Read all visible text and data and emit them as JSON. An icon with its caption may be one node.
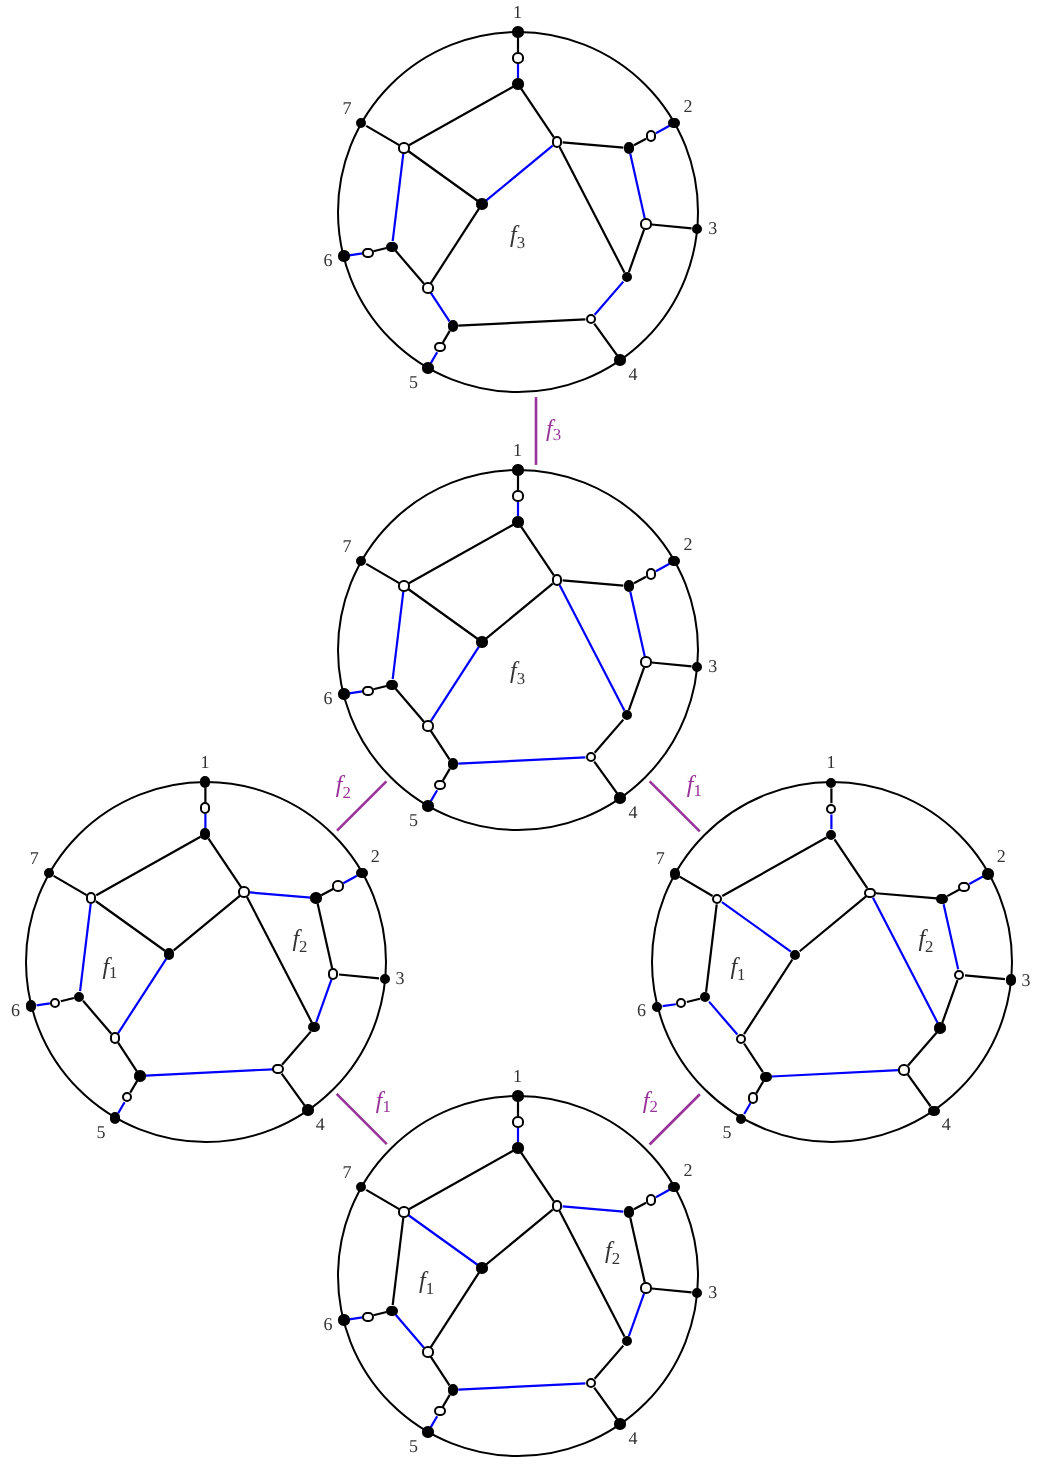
{
  "diagram": {
    "nodes": [
      {
        "text": [
          "*f*$_{3}$"
        ]
      },
      {
        "text": [],
        "shape": "circle",
        "beside": [
          "1"
        ]
      },
      {
        "text": [],
        "shape": "circle",
        "beside": [
          "2"
        ]
      },
      {
        "text": [],
        "shape": "circle",
        "beside": [
          "3"
        ]
      },
      {
        "text": [],
        "shape": "circle",
        "beside": [
          "4"
        ]
      },
      {
        "text": [],
        "shape": "circle",
        "beside": [
          "5"
        ]
      },
      {
        "text": [],
        "shape": "circle",
        "beside": [
          "6"
        ]
      },
      {
        "text": [],
        "shape": "circle",
        "beside": [
          "7"
        ]
      },
      {
        "text": [],
        "shape": "circle",
        "in": 0
      },
      {
        "text": [],
        "shape": "circle",
        "in": 0
      },
      {
        "text": [],
        "shape": "circle",
        "in": 0
      },
      {
        "text": [],
        "shape": "circle",
        "in": 0
      },
      {
        "text": [],
        "shape": "circle",
        "in": 0
      },
      {
        "text": [],
        "shape": "circle",
        "in": 0
      },
      {
        "text": [],
        "shape": "circle",
        "in": 0
      },
      {
        "text": [],
        "shape": "circle",
        "in": 0
      },
      {
        "text": [],
        "shape": "circle",
        "in": 0
      },
      {
        "text": [],
        "shape": "circle",
        "in": 0
      },
      {
        "text": [],
        "shape": "circle",
        "in": 0
      },
      {
        "text": [],
        "shape": "circle",
        "in": 0
      },
      {
        "text": [],
        "shape": "circle",
        "in": 0
      },
      {
        "text": [],
        "shape": "circle",
        "in": 0
      },
      {
        "text": [],
        "shape": "circle",
        "in": 0
      },
      {
        "text": [
          "*f*$_{3}$"
        ]
      },
      {
        "text": [],
        "shape": "circle",
        "beside": [
          "1"
        ]
      },
      {
        "text": [],
        "shape": "circle",
        "beside": [
          "2"
        ]
      },
      {
        "text": [],
        "shape": "circle",
        "beside": [
          "3"
        ]
      },
      {
        "text": [],
        "shape": "circle",
        "beside": [
          "4"
        ]
      },
      {
        "text": [],
        "shape": "circle",
        "beside": [
          "5"
        ]
      },
      {
        "text": [],
        "shape": "circle",
        "beside": [
          "6"
        ]
      },
      {
        "text": [],
        "shape": "circle",
        "beside": [
          "7"
        ]
      },
      {
        "text": [],
        "shape": "circle",
        "in": 23
      },
      {
        "text": [],
        "shape": "circle",
        "in": 23
      },
      {
        "text": [],
        "shape": "circle",
        "in": 23
      },
      {
        "text": [],
        "shape": "circle",
        "in": 23
      },
      {
        "text": [],
        "shape": "circle",
        "in": 23
      },
      {
        "text": [],
        "shape": "circle",
        "in": 23
      },
      {
        "text": [],
        "shape": "circle",
        "in": 23
      },
      {
        "text": [],
        "shape": "circle",
        "in": 23
      },
      {
        "text": [],
        "shape": "circle",
        "in": 23
      },
      {
        "text": [],
        "shape": "circle",
        "in": 23
      },
      {
        "text": [],
        "shape": "circle",
        "in": 23
      },
      {
        "text": [],
        "shape": "circle",
        "in": 23
      },
      {
        "text": [],
        "shape": "circle",
        "in": 23
      },
      {
        "text": [],
        "shape": "circle",
        "in": 23
      },
      {
        "text": [],
        "shape": "circle",
        "in": 23
      },
      {
        "text": [
          "*f*$_{1}$",
          "*f*$_{2}$"
        ]
      },
      {
        "text": [],
        "shape": "circle",
        "beside": [
          "1"
        ]
      },
      {
        "text": [],
        "shape": "circle",
        "beside": [
          "2"
        ]
      },
      {
        "text": [],
        "shape": "circle",
        "beside": [
          "3"
        ]
      },
      {
        "text": [],
        "shape": "circle",
        "beside": [
          "4"
        ]
      },
      {
        "text": [],
        "shape": "circle",
        "beside": [
          "5"
        ]
      },
      {
        "text": [],
        "shape": "circle",
        "beside": [
          "6"
        ]
      },
      {
        "text": [],
        "shape": "circle",
        "beside": [
          "7"
        ]
      },
      {
        "text": [],
        "shape": "circle",
        "in": 46
      },
      {
        "text": [],
        "shape": "circle",
        "in": 46
      },
      {
        "text": [],
        "shape": "circle",
        "in": 46
      },
      {
        "text": [],
        "shape": "circle",
        "in": 46
      },
      {
        "text": [],
        "shape": "circle",
        "in": 46
      },
      {
        "text": [],
        "shape": "circle",
        "in": 46
      },
      {
        "text": [],
        "shape": "circle",
        "in": 46
      },
      {
        "text": [],
        "shape": "circle",
        "in": 46
      },
      {
        "text": [],
        "shape": "circle",
        "in": 46
      },
      {
        "text": [],
        "shape": "circle",
        "in": 46
      },
      {
        "text": [],
        "shape": "circle",
        "in": 46
      },
      {
        "text": [],
        "shape": "circle",
        "in": 46
      },
      {
        "text": [],
        "shape": "circle",
        "in": 46
      },
      {
        "text": [],
        "shape": "circle",
        "in": 46
      },
      {
        "text": [],
        "shape": "circle",
        "in": 46
      },
      {
        "text": [
          "*f*$_{1}$",
          "*f*$_{2}$"
        ]
      },
      {
        "text": [],
        "shape": "circle",
        "beside": [
          "1"
        ]
      },
      {
        "text": [],
        "shape": "circle",
        "beside": [
          "2"
        ]
      },
      {
        "text": [],
        "shape": "circle",
        "beside": [
          "3"
        ]
      },
      {
        "text": [],
        "shape": "circle",
        "beside": [
          "4"
        ]
      },
      {
        "text": [],
        "shape": "circle",
        "beside": [
          "5"
        ]
      },
      {
        "text": [],
        "shape": "circle",
        "beside": [
          "6"
        ]
      },
      {
        "text": [],
        "shape": "circle",
        "beside": [
          "7"
        ]
      },
      {
        "text": [],
        "shape": "circle",
        "in": 69
      },
      {
        "text": [],
        "shape": "circle",
        "in": 69
      },
      {
        "text": [],
        "shape": "circle",
        "in": 69
      },
      {
        "text": [],
        "shape": "circle",
        "in": 69
      },
      {
        "text": [],
        "shape": "circle",
        "in": 69
      },
      {
        "text": [],
        "shape": "circle",
        "in": 69
      },
      {
        "text": [],
        "shape": "circle",
        "in": 69
      },
      {
        "text": [],
        "shape": "circle",
        "in": 69
      },
      {
        "text": [],
        "shape": "circle",
        "in": 69
      },
      {
        "text": [],
        "shape": "circle",
        "in": 69
      },
      {
        "text": [],
        "shape": "circle",
        "in": 69
      },
      {
        "text": [],
        "shape": "circle",
        "in": 69
      },
      {
        "text": [],
        "shape": "circle",
        "in": 69
      },
      {
        "text": [],
        "shape": "circle",
        "in": 69
      },
      {
        "text": [],
        "shape": "circle",
        "in": 69
      },
      {
        "text": [
          "*f*$_{1}$",
          "*f*$_{2}$"
        ]
      },
      {
        "text": [],
        "shape": "circle",
        "beside": [
          "1"
        ]
      },
      {
        "text": [],
        "shape": "circle",
        "beside": [
          "2"
        ]
      },
      {
        "text": [],
        "shape": "circle",
        "beside": [
          "3"
        ]
      },
      {
        "text": [],
        "shape": "circle",
        "beside": [
          "4"
        ]
      },
      {
        "text": [],
        "shape": "circle",
        "beside": [
          "5"
        ]
      },
      {
        "text": [],
        "shape": "circle",
        "beside": [
          "6"
        ]
      },
      {
        "text": [],
        "shape": "circle",
        "beside": [
          "7"
        ]
      },
      {
        "text": [],
        "shape": "circle",
        "in": 92
      },
      {
        "text": [],
        "shape": "circle",
        "in": 92
      },
      {
        "text": [],
        "shape": "circle",
        "in": 92
      },
      {
        "text": [],
        "shape": "circle",
        "in": 92
      },
      {
        "text": [],
        "shape": "circle",
        "in": 92
      },
      {
        "text": [],
        "shape": "circle",
        "in": 92
      },
      {
        "text": [],
        "shape": "circle",
        "in": 92
      },
      {
        "text": [],
        "shape": "circle",
        "in": 92
      },
      {
        "text": [],
        "shape": "circle",
        "in": 92
      },
      {
        "text": [],
        "shape": "circle",
        "in": 92
      },
      {
        "text": [],
        "shape": "circle",
        "in": 92
      },
      {
        "text": [],
        "shape": "circle",
        "in": 92
      },
      {
        "text": [],
        "shape": "circle",
        "in": 92
      },
      {
        "text": [],
        "shape": "circle",
        "in": 92
      },
      {
        "text": [],
        "shape": "circle",
        "in": 92
      }
    ],
    "edges": [
      {
        "from": 1,
        "to": 8,
        "arrow": "none"
      },
      {
        "from": 8,
        "to": 9,
        "arrow": "none",
        "color": "#0000ff"
      },
      {
        "from": 9,
        "to": 10,
        "arrow": "none"
      },
      {
        "from": 9,
        "to": 11,
        "arrow": "none"
      },
      {
        "from": 10,
        "to": 7,
        "arrow": "none"
      },
      {
        "from": 10,
        "to": 12,
        "arrow": "none"
      },
      {
        "from": 10,
        "to": 21,
        "arrow": "none",
        "color": "#0000ff"
      },
      {
        "from": 11,
        "to": 12,
        "arrow": "none",
        "color": "#0000ff"
      },
      {
        "from": 11,
        "to": 13,
        "arrow": "none"
      },
      {
        "from": 11,
        "to": 16,
        "arrow": "none"
      },
      {
        "from": 13,
        "to": 14,
        "arrow": "none"
      },
      {
        "from": 14,
        "to": 2,
        "arrow": "none",
        "color": "#0000ff"
      },
      {
        "from": 13,
        "to": 15,
        "arrow": "none",
        "color": "#0000ff"
      },
      {
        "from": 15,
        "to": 3,
        "arrow": "none"
      },
      {
        "from": 15,
        "to": 16,
        "arrow": "none"
      },
      {
        "from": 16,
        "to": 17,
        "arrow": "none",
        "color": "#0000ff"
      },
      {
        "from": 17,
        "to": 4,
        "arrow": "none"
      },
      {
        "from": 17,
        "to": 18,
        "arrow": "none"
      },
      {
        "from": 18,
        "to": 19,
        "arrow": "none"
      },
      {
        "from": 19,
        "to": 5,
        "arrow": "none",
        "color": "#0000ff"
      },
      {
        "from": 18,
        "to": 20,
        "arrow": "none",
        "color": "#0000ff"
      },
      {
        "from": 20,
        "to": 12,
        "arrow": "none"
      },
      {
        "from": 20,
        "to": 21,
        "arrow": "none"
      },
      {
        "from": 21,
        "to": 22,
        "arrow": "none"
      },
      {
        "from": 22,
        "to": 6,
        "arrow": "none",
        "color": "#0000ff"
      },
      {
        "from": 24,
        "to": 31,
        "arrow": "none"
      },
      {
        "from": 31,
        "to": 32,
        "arrow": "none",
        "color": "#0000ff"
      },
      {
        "from": 32,
        "to": 33,
        "arrow": "none"
      },
      {
        "from": 32,
        "to": 34,
        "arrow": "none"
      },
      {
        "from": 33,
        "to": 30,
        "arrow": "none"
      },
      {
        "from": 33,
        "to": 35,
        "arrow": "none"
      },
      {
        "from": 33,
        "to": 44,
        "arrow": "none",
        "color": "#0000ff"
      },
      {
        "from": 34,
        "to": 35,
        "arrow": "none"
      },
      {
        "from": 34,
        "to": 36,
        "arrow": "none"
      },
      {
        "from": 34,
        "to": 39,
        "arrow": "none",
        "color": "#0000ff"
      },
      {
        "from": 36,
        "to": 37,
        "arrow": "none"
      },
      {
        "from": 37,
        "to": 25,
        "arrow": "none",
        "color": "#0000ff"
      },
      {
        "from": 36,
        "to": 38,
        "arrow": "none",
        "color": "#0000ff"
      },
      {
        "from": 38,
        "to": 26,
        "arrow": "none"
      },
      {
        "from": 38,
        "to": 39,
        "arrow": "none"
      },
      {
        "from": 39,
        "to": 40,
        "arrow": "none"
      },
      {
        "from": 40,
        "to": 27,
        "arrow": "none"
      },
      {
        "from": 40,
        "to": 41,
        "arrow": "none",
        "color": "#0000ff"
      },
      {
        "from": 41,
        "to": 42,
        "arrow": "none"
      },
      {
        "from": 42,
        "to": 28,
        "arrow": "none",
        "color": "#0000ff"
      },
      {
        "from": 41,
        "to": 43,
        "arrow": "none"
      },
      {
        "from": 43,
        "to": 35,
        "arrow": "none",
        "color": "#0000ff"
      },
      {
        "from": 43,
        "to": 44,
        "arrow": "none"
      },
      {
        "from": 44,
        "to": 45,
        "arrow": "none"
      },
      {
        "from": 45,
        "to": 29,
        "arrow": "none",
        "color": "#0000ff"
      },
      {
        "from": 47,
        "to": 54,
        "arrow": "none"
      },
      {
        "from": 54,
        "to": 55,
        "arrow": "none",
        "color": "#0000ff"
      },
      {
        "from": 55,
        "to": 56,
        "arrow": "none"
      },
      {
        "from": 55,
        "to": 57,
        "arrow": "none"
      },
      {
        "from": 56,
        "to": 53,
        "arrow": "none"
      },
      {
        "from": 56,
        "to": 58,
        "arrow": "none"
      },
      {
        "from": 56,
        "to": 67,
        "arrow": "none",
        "color": "#0000ff"
      },
      {
        "from": 57,
        "to": 58,
        "arrow": "none"
      },
      {
        "from": 57,
        "to": 59,
        "arrow": "none",
        "color": "#0000ff"
      },
      {
        "from": 57,
        "to": 62,
        "arrow": "none"
      },
      {
        "from": 59,
        "to": 60,
        "arrow": "none"
      },
      {
        "from": 60,
        "to": 48,
        "arrow": "none",
        "color": "#0000ff"
      },
      {
        "from": 59,
        "to": 61,
        "arrow": "none"
      },
      {
        "from": 61,
        "to": 49,
        "arrow": "none"
      },
      {
        "from": 61,
        "to": 62,
        "arrow": "none",
        "color": "#0000ff"
      },
      {
        "from": 62,
        "to": 63,
        "arrow": "none"
      },
      {
        "from": 63,
        "to": 50,
        "arrow": "none"
      },
      {
        "from": 63,
        "to": 64,
        "arrow": "none",
        "color": "#0000ff"
      },
      {
        "from": 64,
        "to": 65,
        "arrow": "none"
      },
      {
        "from": 65,
        "to": 51,
        "arrow": "none",
        "color": "#0000ff"
      },
      {
        "from": 64,
        "to": 66,
        "arrow": "none"
      },
      {
        "from": 66,
        "to": 58,
        "arrow": "none",
        "color": "#0000ff"
      },
      {
        "from": 66,
        "to": 67,
        "arrow": "none"
      },
      {
        "from": 67,
        "to": 68,
        "arrow": "none"
      },
      {
        "from": 68,
        "to": 52,
        "arrow": "none",
        "color": "#0000ff"
      },
      {
        "from": 70,
        "to": 77,
        "arrow": "none"
      },
      {
        "from": 77,
        "to": 78,
        "arrow": "none",
        "color": "#0000ff"
      },
      {
        "from": 78,
        "to": 79,
        "arrow": "none"
      },
      {
        "from": 78,
        "to": 80,
        "arrow": "none"
      },
      {
        "from": 79,
        "to": 76,
        "arrow": "none"
      },
      {
        "from": 79,
        "to": 81,
        "arrow": "none",
        "color": "#0000ff"
      },
      {
        "from": 79,
        "to": 90,
        "arrow": "none"
      },
      {
        "from": 80,
        "to": 81,
        "arrow": "none"
      },
      {
        "from": 80,
        "to": 82,
        "arrow": "none"
      },
      {
        "from": 80,
        "to": 85,
        "arrow": "none",
        "color": "#0000ff"
      },
      {
        "from": 82,
        "to": 83,
        "arrow": "none"
      },
      {
        "from": 83,
        "to": 71,
        "arrow": "none",
        "color": "#0000ff"
      },
      {
        "from": 82,
        "to": 84,
        "arrow": "none",
        "color": "#0000ff"
      },
      {
        "from": 84,
        "to": 72,
        "arrow": "none"
      },
      {
        "from": 84,
        "to": 85,
        "arrow": "none"
      },
      {
        "from": 85,
        "to": 86,
        "arrow": "none"
      },
      {
        "from": 86,
        "to": 73,
        "arrow": "none"
      },
      {
        "from": 86,
        "to": 87,
        "arrow": "none",
        "color": "#0000ff"
      },
      {
        "from": 87,
        "to": 88,
        "arrow": "none"
      },
      {
        "from": 88,
        "to": 74,
        "arrow": "none",
        "color": "#0000ff"
      },
      {
        "from": 87,
        "to": 89,
        "arrow": "none"
      },
      {
        "from": 89,
        "to": 81,
        "arrow": "none"
      },
      {
        "from": 89,
        "to": 90,
        "arrow": "none",
        "color": "#0000ff"
      },
      {
        "from": 90,
        "to": 91,
        "arrow": "none"
      },
      {
        "from": 91,
        "to": 75,
        "arrow": "none",
        "color": "#0000ff"
      },
      {
        "from": 93,
        "to": 100,
        "arrow": "none"
      },
      {
        "from": 100,
        "to": 101,
        "arrow": "none",
        "color": "#0000ff"
      },
      {
        "from": 101,
        "to": 102,
        "arrow": "none"
      },
      {
        "from": 101,
        "to": 103,
        "arrow": "none"
      },
      {
        "from": 102,
        "to": 99,
        "arrow": "none"
      },
      {
        "from": 102,
        "to": 104,
        "arrow": "none",
        "color": "#0000ff"
      },
      {
        "from": 102,
        "to": 113,
        "arrow": "none"
      },
      {
        "from": 103,
        "to": 104,
        "arrow": "none"
      },
      {
        "from": 103,
        "to": 105,
        "arrow": "none",
        "color": "#0000ff"
      },
      {
        "from": 103,
        "to": 108,
        "arrow": "none"
      },
      {
        "from": 105,
        "to": 106,
        "arrow": "none"
      },
      {
        "from": 106,
        "to": 94,
        "arrow": "none",
        "color": "#0000ff"
      },
      {
        "from": 105,
        "to": 107,
        "arrow": "none"
      },
      {
        "from": 107,
        "to": 95,
        "arrow": "none"
      },
      {
        "from": 107,
        "to": 108,
        "arrow": "none",
        "color": "#0000ff"
      },
      {
        "from": 108,
        "to": 109,
        "arrow": "none"
      },
      {
        "from": 109,
        "to": 96,
        "arrow": "none"
      },
      {
        "from": 109,
        "to": 110,
        "arrow": "none",
        "color": "#0000ff"
      },
      {
        "from": 110,
        "to": 111,
        "arrow": "none"
      },
      {
        "from": 111,
        "to": 97,
        "arrow": "none",
        "color": "#0000ff"
      },
      {
        "from": 110,
        "to": 112,
        "arrow": "none"
      },
      {
        "from": 112,
        "to": 104,
        "arrow": "none"
      },
      {
        "from": 112,
        "to": 113,
        "arrow": "none",
        "color": "#0000ff"
      },
      {
        "from": 113,
        "to": 114,
        "arrow": "none"
      },
      {
        "from": 114,
        "to": 98,
        "arrow": "none",
        "color": "#0000ff"
      },
      {
        "from": 0,
        "to": 23,
        "arrow": "none",
        "label": "*f*$_{3}$",
        "color": "#993399"
      },
      {
        "from": 23,
        "to": 46,
        "arrow": "none",
        "label": "*f*$_{2}$",
        "color": "#993399"
      },
      {
        "from": 23,
        "to": 69,
        "arrow": "none",
        "label": "*f*$_{1}$",
        "color": "#993399"
      },
      {
        "from": 46,
        "to": 92,
        "arrow": "none",
        "label": "*f*$_{1}$",
        "color": "#993399"
      },
      {
        "from": 69,
        "to": 92,
        "arrow": "none",
        "label": "*f*$_{2}$",
        "color": "#993399"
      }
    ]
  }
}
